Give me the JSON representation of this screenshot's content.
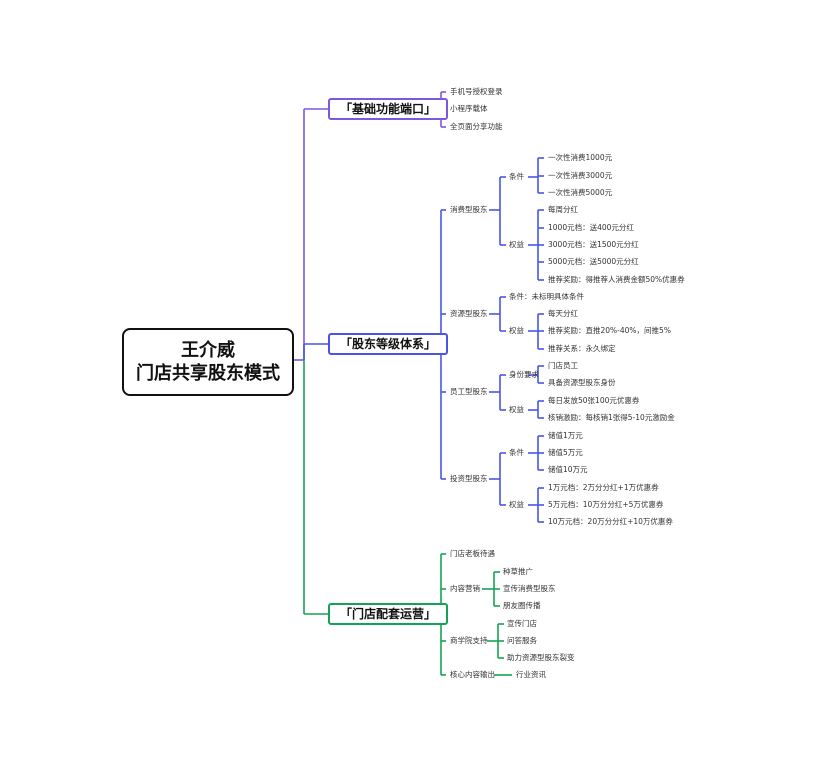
{
  "colors": {
    "purple": "#7e57e0",
    "blue": "#4a55e6",
    "green": "#14a354",
    "root_border": "#111111"
  },
  "root": {
    "line1": "王介威",
    "line2": "门店共享股东模式"
  },
  "branches": [
    {
      "label": "「基础功能端口」",
      "color": "purple",
      "children": [
        "手机号授权登录",
        "小程序载体",
        "全页面分享功能"
      ]
    },
    {
      "label": "「股东等级体系」",
      "color": "blue",
      "children": [
        {
          "label": "消费型股东",
          "children": [
            {
              "label": "条件",
              "children": [
                "一次性消费1000元",
                "一次性消费3000元",
                "一次性消费5000元"
              ]
            },
            {
              "label": "权益",
              "children": [
                "每周分红",
                "1000元档：送400元分红",
                "3000元档：送1500元分红",
                "5000元档：送5000元分红",
                "推荐奖励：得推荐人消费金额50%优惠券"
              ]
            }
          ]
        },
        {
          "label": "资源型股东",
          "children": [
            {
              "label": "条件：未标明具体条件"
            },
            {
              "label": "权益",
              "children": [
                "每天分红",
                "推荐奖励：直推20%-40%，间推5%",
                "推荐关系：永久绑定"
              ]
            }
          ]
        },
        {
          "label": "员工型股东",
          "children": [
            {
              "label": "身份要求",
              "children": [
                "门店员工",
                "具备资源型股东身份"
              ]
            },
            {
              "label": "权益",
              "children": [
                "每日发放50张100元优惠券",
                "核销激励：每核销1张得5-10元激励金"
              ]
            }
          ]
        },
        {
          "label": "投资型股东",
          "children": [
            {
              "label": "条件",
              "children": [
                "储值1万元",
                "储值5万元",
                "储值10万元"
              ]
            },
            {
              "label": "权益",
              "children": [
                "1万元档：2万分分红+1万优惠券",
                "5万元档：10万分分红+5万优惠券",
                "10万元档：20万分分红+10万优惠券"
              ]
            }
          ]
        }
      ]
    },
    {
      "label": "「门店配套运营」",
      "color": "green",
      "children": [
        {
          "label": "门店老板待遇"
        },
        {
          "label": "内容营销",
          "children": [
            "种草推广",
            "宣传消费型股东",
            "朋友圈传播"
          ]
        },
        {
          "label": "商学院支持",
          "children": [
            "宣传门店",
            "问答服务",
            "助力资源型股东裂变"
          ]
        },
        {
          "label": "核心内容输出",
          "children": [
            "行业资讯"
          ]
        }
      ]
    }
  ]
}
